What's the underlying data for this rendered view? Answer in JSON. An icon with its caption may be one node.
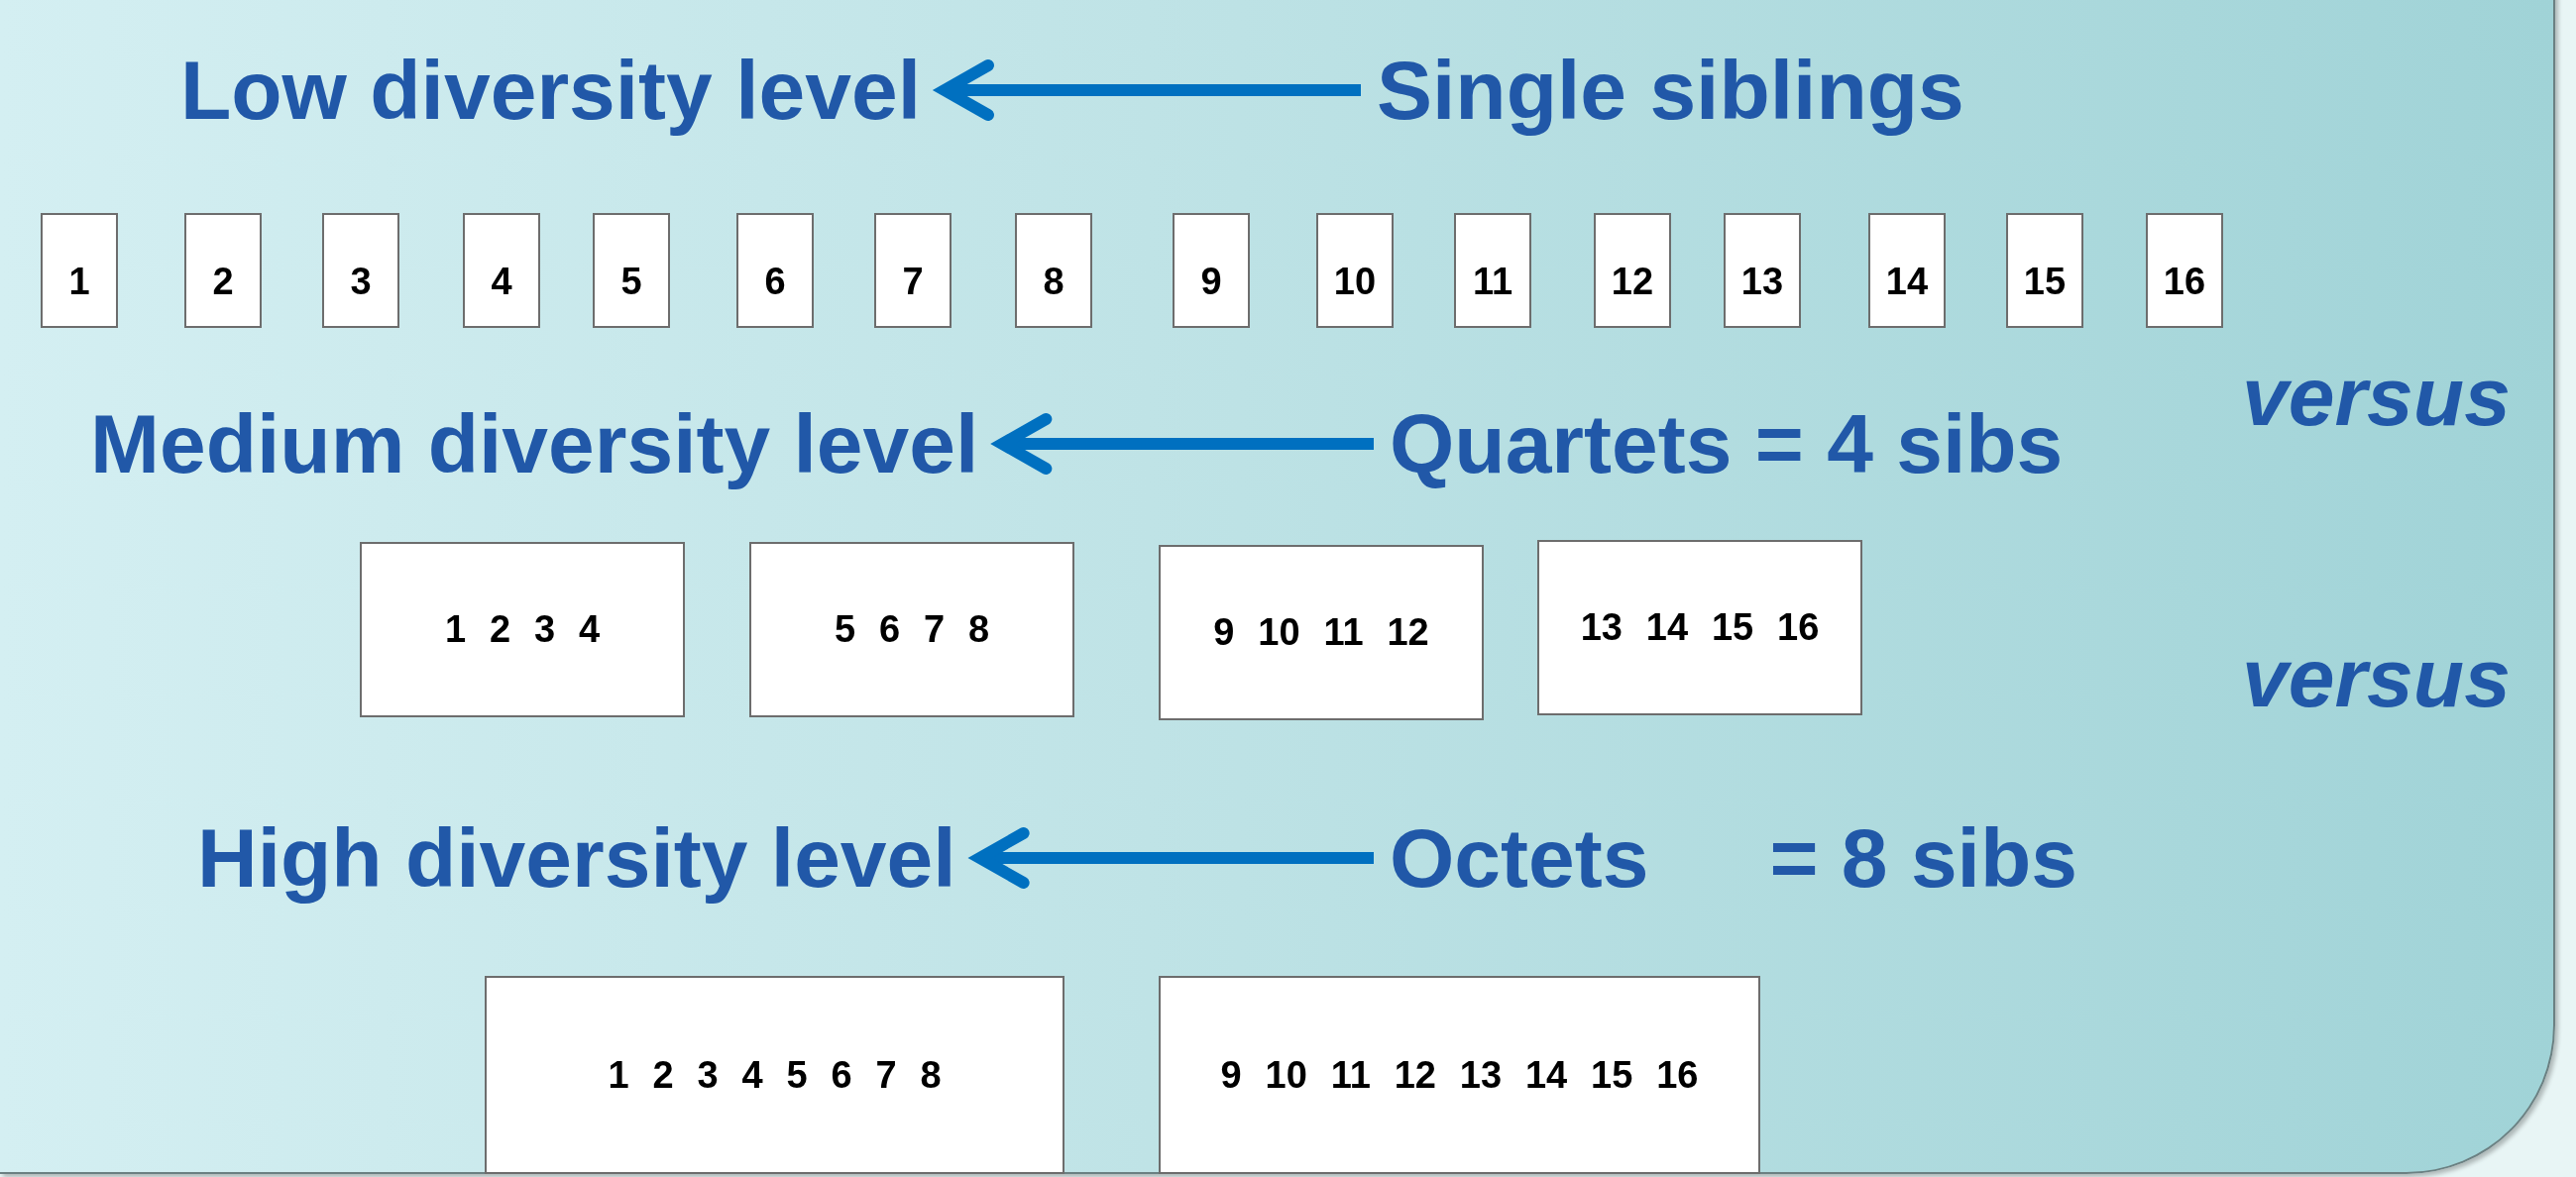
{
  "diagram": {
    "nodes": [
      {
        "text": [
          "Low diversity level"
        ]
      },
      {
        "text": [
          "Single siblings"
        ]
      },
      {
        "text": [
          "1"
        ]
      },
      {
        "text": [
          "2"
        ]
      },
      {
        "text": [
          "3"
        ]
      },
      {
        "text": [
          "4"
        ]
      },
      {
        "text": [
          "5"
        ]
      },
      {
        "text": [
          "6"
        ]
      },
      {
        "text": [
          "7"
        ]
      },
      {
        "text": [
          "8"
        ]
      },
      {
        "text": [
          "9"
        ]
      },
      {
        "text": [
          "10"
        ]
      },
      {
        "text": [
          "11"
        ]
      },
      {
        "text": [
          "12"
        ]
      },
      {
        "text": [
          "13"
        ]
      },
      {
        "text": [
          "14"
        ]
      },
      {
        "text": [
          "15"
        ]
      },
      {
        "text": [
          "16"
        ]
      },
      {
        "text": [
          "Medium diversity level"
        ]
      },
      {
        "text": [
          "Quartets = 4 sibs"
        ]
      },
      {
        "text": [
          "1 2 3 4"
        ]
      },
      {
        "text": [
          "5 6 7 8"
        ]
      },
      {
        "text": [
          "9 10 11 12"
        ]
      },
      {
        "text": [
          "13 14 15 16"
        ]
      },
      {
        "text": [
          "High diversity level"
        ]
      },
      {
        "text": [
          "Octets",
          "= 8 sibs"
        ]
      },
      {
        "text": [
          "1 2 3 4 5 6 7 8"
        ]
      },
      {
        "text": [
          "9 10 11 12 13 14 15 16"
        ]
      }
    ],
    "edges": [
      {
        "from": 1,
        "to": 0,
        "arrow": "to"
      },
      {
        "from": 19,
        "to": 18,
        "arrow": "to"
      },
      {
        "from": 25,
        "to": 24,
        "arrow": "to"
      }
    ],
    "labels": [
      "versus",
      "versus"
    ]
  }
}
